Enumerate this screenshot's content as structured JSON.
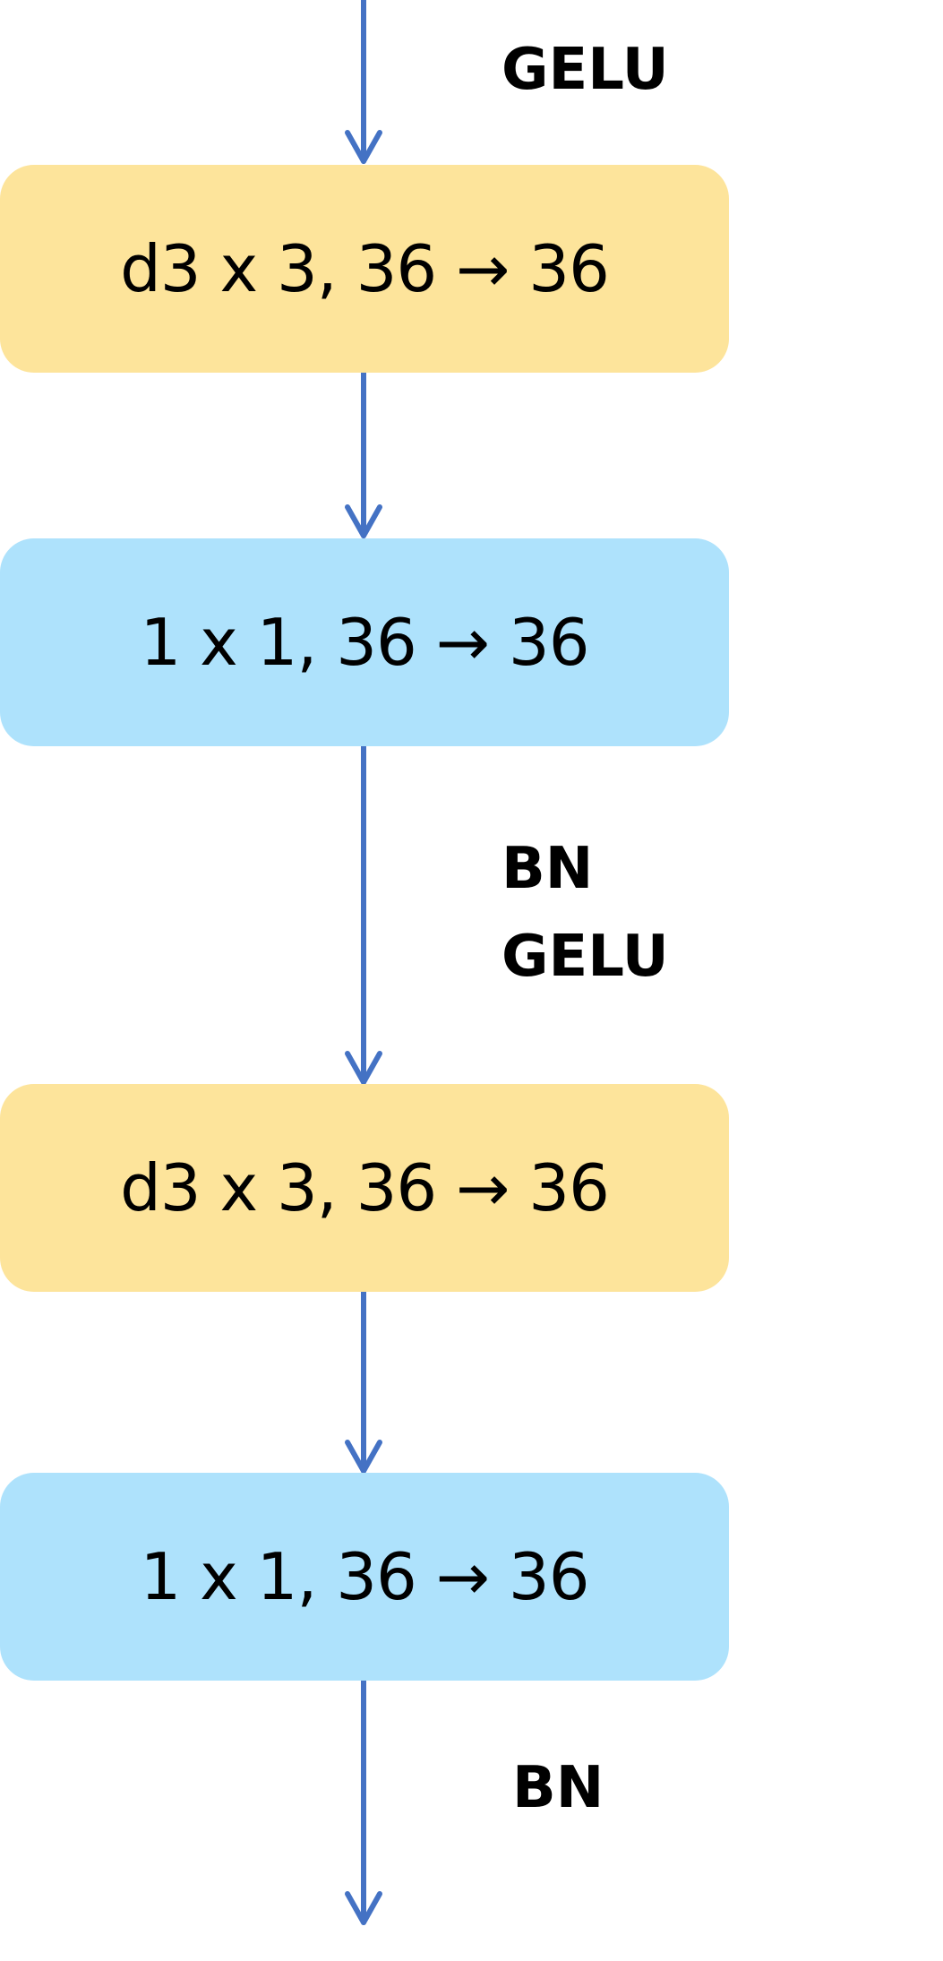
{
  "colors": {
    "depthwise_block": "#fde49b",
    "pointwise_block": "#aee2fc",
    "arrow": "#4472c4"
  },
  "annotations": {
    "top_activation": "GELU",
    "mid_norm": "BN",
    "mid_activation": "GELU",
    "bottom_norm": "BN"
  },
  "blocks": [
    {
      "kind": "depthwise",
      "label": "d3 x 3, 36 → 36"
    },
    {
      "kind": "pointwise",
      "label": "1 x 1, 36 → 36"
    },
    {
      "kind": "depthwise",
      "label": "d3 x 3, 36 → 36"
    },
    {
      "kind": "pointwise",
      "label": "1 x 1, 36 → 36"
    }
  ]
}
